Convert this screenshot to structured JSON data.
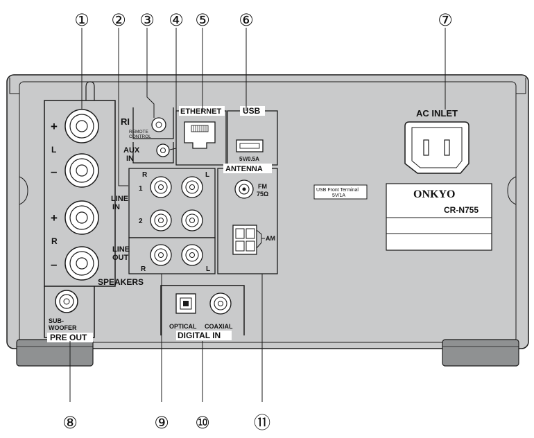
{
  "callouts": [
    "①",
    "②",
    "③",
    "④",
    "⑤",
    "⑥",
    "⑦",
    "⑧",
    "⑨",
    "⑩",
    "⑪"
  ],
  "labels": {
    "speakers": "SPEAKERS",
    "plus": "+",
    "minus": "–",
    "left": "L",
    "right": "R",
    "ri": "RI",
    "remote_control_1": "REMOTE",
    "remote_control_2": "CONTROL",
    "aux_1": "AUX",
    "aux_2": "IN",
    "ethernet": "ETHERNET",
    "usb": "USB",
    "usb_rating": "5V/0.5A",
    "ac_inlet": "AC INLET",
    "line_in_1": "LINE",
    "line_in_2": "IN",
    "line_in_row1": "1",
    "line_in_row2": "2",
    "line_out_1": "LINE",
    "line_out_2": "OUT",
    "antenna": "ANTENNA",
    "fm_1": "FM",
    "fm_2": "75Ω",
    "am": "AM",
    "usb_front_1": "USB Front Terminal",
    "usb_front_2": "5V/1A",
    "brand": "ONKYO",
    "model": "CR-N755",
    "sub_1": "SUB-",
    "sub_2": "WOOFER",
    "pre_out": "PRE OUT",
    "optical": "OPTICAL",
    "coaxial": "COAXIAL",
    "digital_in": "DIGITAL IN"
  },
  "colors": {
    "panel": "#c9cacb",
    "panel_dark": "#8f9192",
    "line": "#1a1a1a",
    "white": "#ffffff"
  }
}
